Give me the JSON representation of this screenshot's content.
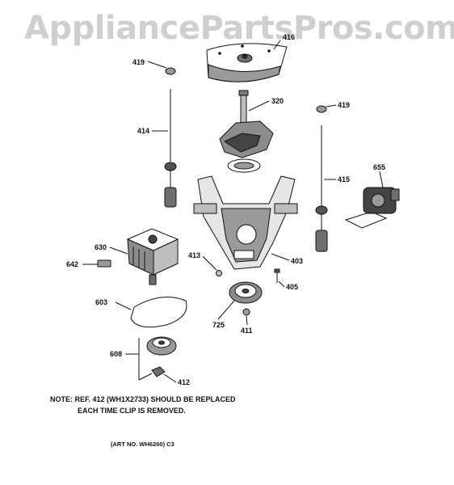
{
  "watermark": "AppliancePartsPros.com",
  "callouts": {
    "c419a": "419",
    "c416": "416",
    "c320": "320",
    "c419b": "419",
    "c414": "414",
    "c415": "415",
    "c655": "655",
    "c630": "630",
    "c413": "413",
    "c642": "642",
    "c403": "403",
    "c405": "405",
    "c603": "603",
    "c725": "725",
    "c411": "411",
    "c608": "608",
    "c412": "412"
  },
  "note": {
    "line1": "NOTE: REF. 412 (WH1X2733) SHOULD BE REPLACED",
    "line2": "EACH TIME CLIP IS REMOVED."
  },
  "art_number": "(ART NO. WH6260) C3"
}
